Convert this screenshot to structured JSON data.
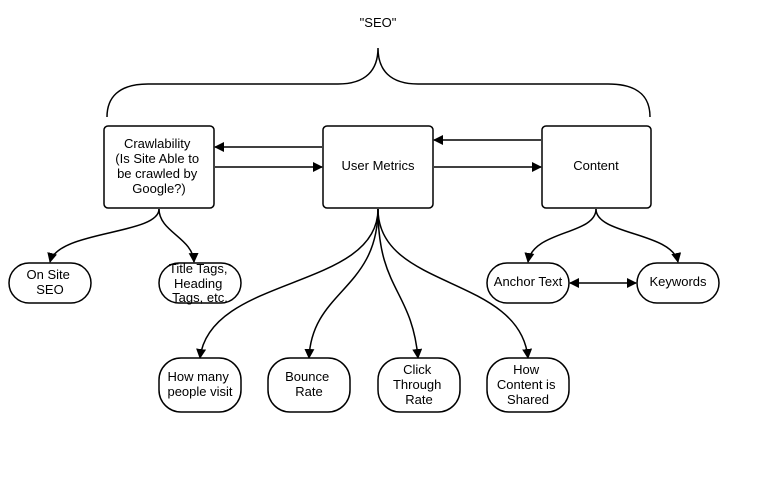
{
  "title": "\"SEO\"",
  "nodes": {
    "crawlability": [
      "Crawlability",
      "(Is Site Able to",
      "be crawled by",
      "Google?)"
    ],
    "user_metrics": [
      "User Metrics"
    ],
    "content": [
      "Content"
    ],
    "on_site_seo": [
      "On Site",
      "SEO"
    ],
    "title_tags": [
      "Title Tags,",
      "Heading",
      "Tags, etc."
    ],
    "anchor_text": [
      "Anchor Text"
    ],
    "keywords": [
      "Keywords"
    ],
    "how_many_people": [
      "How many",
      "people visit"
    ],
    "bounce_rate": [
      "Bounce",
      "Rate"
    ],
    "click_through": [
      "Click",
      "Through",
      "Rate"
    ],
    "how_content_shared": [
      "How",
      "Content is",
      "Shared"
    ]
  }
}
